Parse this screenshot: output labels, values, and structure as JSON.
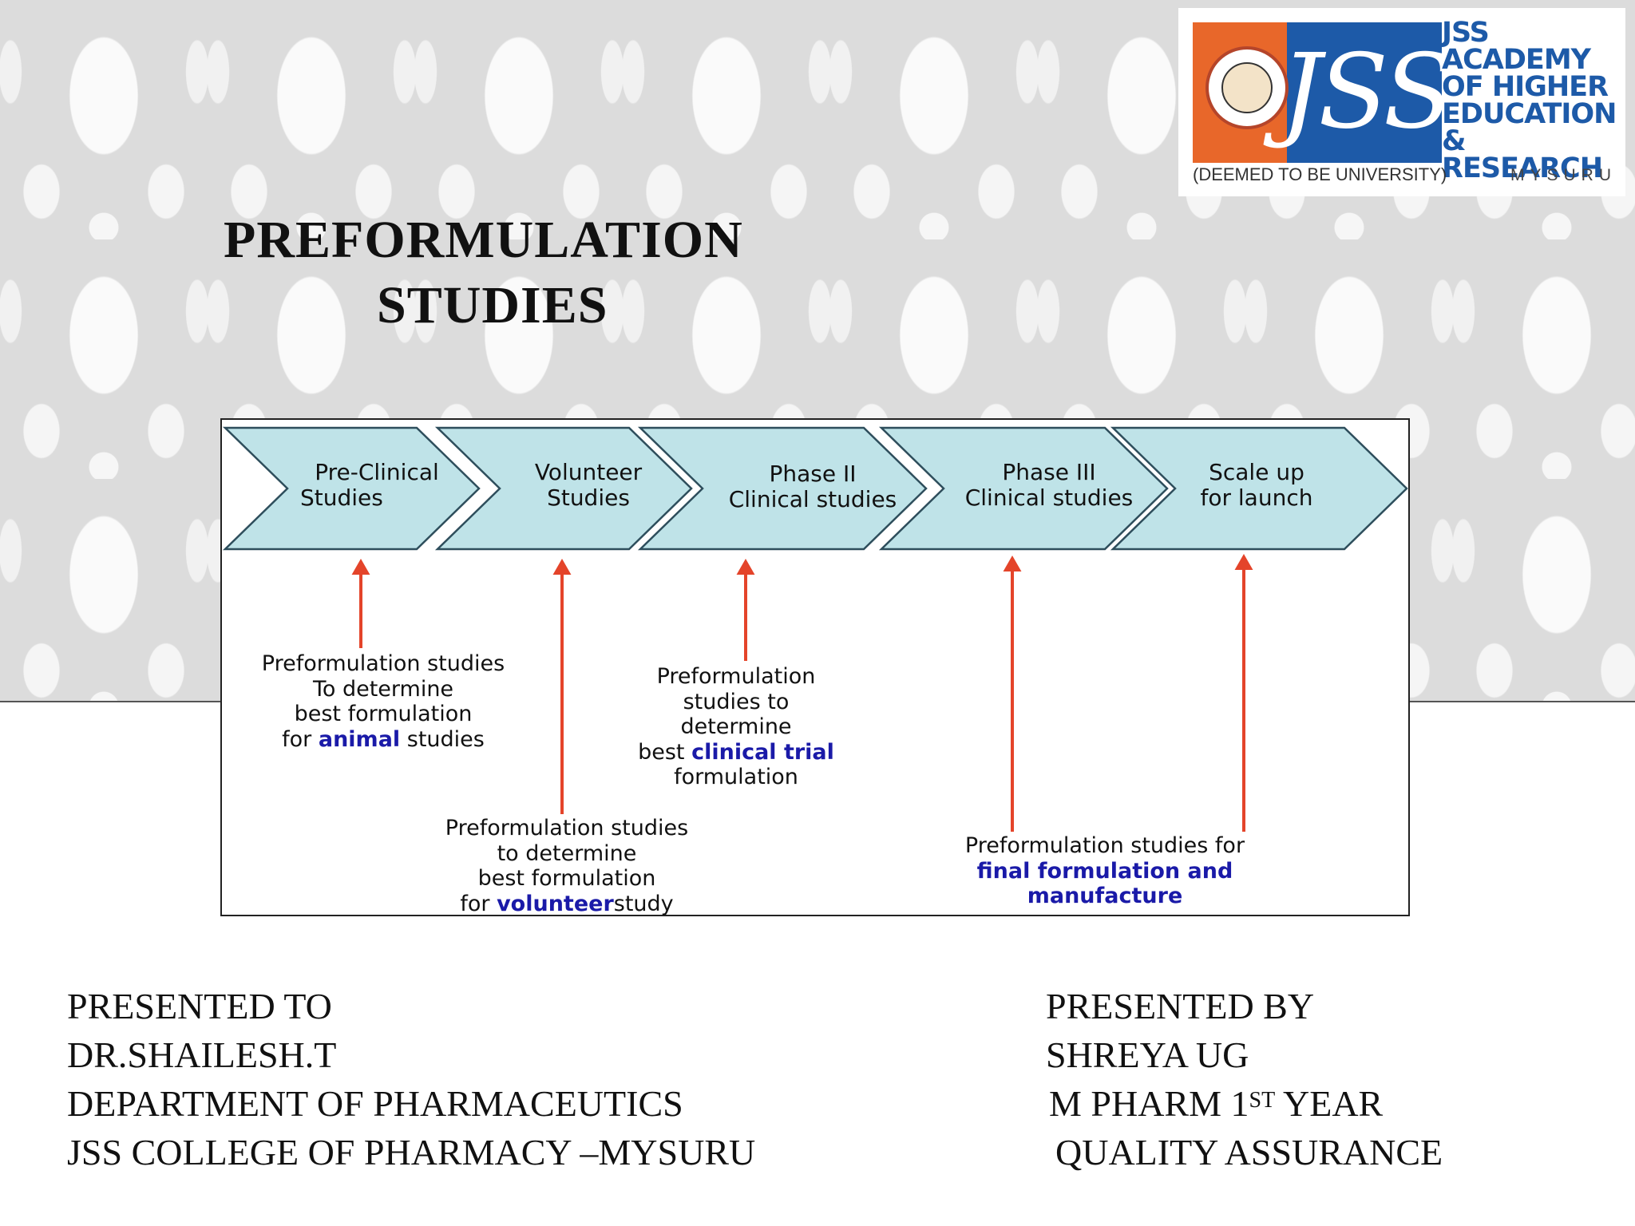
{
  "logo": {
    "line1": "JSS",
    "line2": "ACADEMY",
    "line3": "OF HIGHER",
    "line4": "EDUCATION",
    "line5": "& RESEARCH",
    "mark_text": "JSS",
    "deemed": "(DEEMED TO BE UNIVERSITY)",
    "city": "MYSURU",
    "colors": {
      "orange": "#e8672a",
      "blue": "#1d5aa8"
    }
  },
  "title": {
    "line1": "PREFORMULATION",
    "line2": "STUDIES"
  },
  "diagram": {
    "stages": [
      {
        "line1": "Pre-Clinical",
        "line2": "Studies"
      },
      {
        "line1": "Volunteer",
        "line2": "Studies"
      },
      {
        "line1": "Phase II",
        "line2": "Clinical studies"
      },
      {
        "line1": "Phase III",
        "line2": "Clinical studies"
      },
      {
        "line1": "Scale up",
        "line2": "for launch"
      }
    ],
    "notes": {
      "animal": {
        "line1": "Preformulation studies",
        "line2": "To determine",
        "line3": "best formulation",
        "line4_pre": "for ",
        "line4_hl": "animal",
        "line4_post": " studies"
      },
      "volunteer": {
        "line1": "Preformulation studies",
        "line2": "to determine",
        "line3": "best formulation",
        "line4_pre": "for ",
        "line4_hl": "volunteer",
        "line4_post": "study"
      },
      "clinical": {
        "line1": "Preformulation",
        "line2": "studies  to",
        "line3": "determine",
        "line4_pre": "best ",
        "line4_hl": "clinical trial",
        "line5": "formulation"
      },
      "final": {
        "line1": "Preformulation studies for",
        "line2_hl": "final formulation and",
        "line3_hl": "manufacture"
      }
    },
    "colors": {
      "arrow_fill": "#bfe3e8",
      "pointer": "#e4442a",
      "highlight": "#1a1aa8"
    }
  },
  "presented_to": {
    "label": "PRESENTED TO",
    "name": "DR.SHAILESH.T",
    "department": "DEPARTMENT OF PHARMACEUTICS",
    "college": "JSS COLLEGE OF PHARMACY –MYSURU"
  },
  "presented_by": {
    "label": "PRESENTED BY",
    "name": "SHREYA UG",
    "year_pre": "M PHARM 1",
    "year_sup": "ST",
    "year_post": " YEAR",
    "branch": "QUALITY ASSURANCE"
  }
}
